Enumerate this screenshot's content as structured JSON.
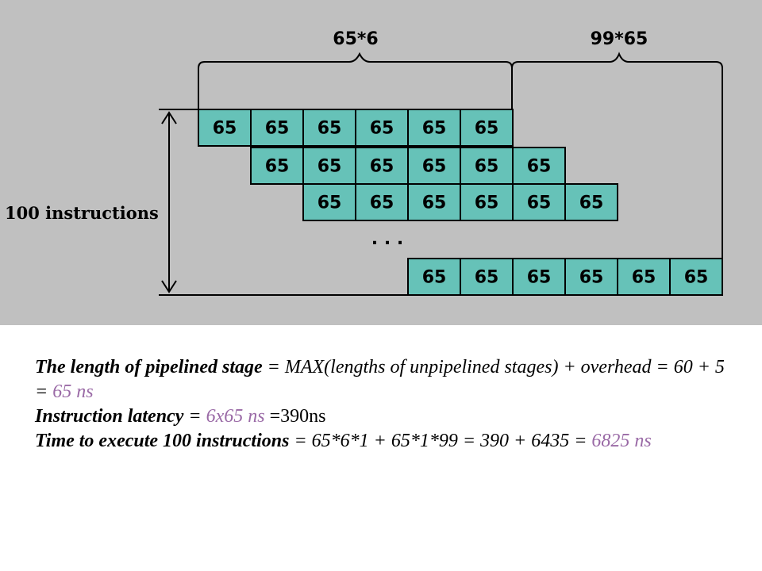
{
  "diagram": {
    "brace_left_label": "65*6",
    "brace_right_label": "99*65",
    "side_label": "100 instructions",
    "ellipsis": ". . .",
    "rows": [
      [
        "65",
        "65",
        "65",
        "65",
        "65",
        "65"
      ],
      [
        "65",
        "65",
        "65",
        "65",
        "65",
        "65"
      ],
      [
        "65",
        "65",
        "65",
        "65",
        "65",
        "65"
      ],
      [
        "65",
        "65",
        "65",
        "65",
        "65",
        "65"
      ]
    ]
  },
  "notes": {
    "line1": {
      "a": "The length of pipelined stage",
      "b": " = MAX(lengths of unpipelined stages) + overhead = 60 + 5 = ",
      "c": "65 ns"
    },
    "line2": {
      "a": "Instruction latency",
      "b": " =  ",
      "c": "6x65 ns",
      "d": " =390ns"
    },
    "line3": {
      "a": "Time to execute 100 instructions",
      "b": " = 65*6*1 + 65*1*99  = 390 + 6435 = ",
      "c": "6825 ns"
    }
  }
}
